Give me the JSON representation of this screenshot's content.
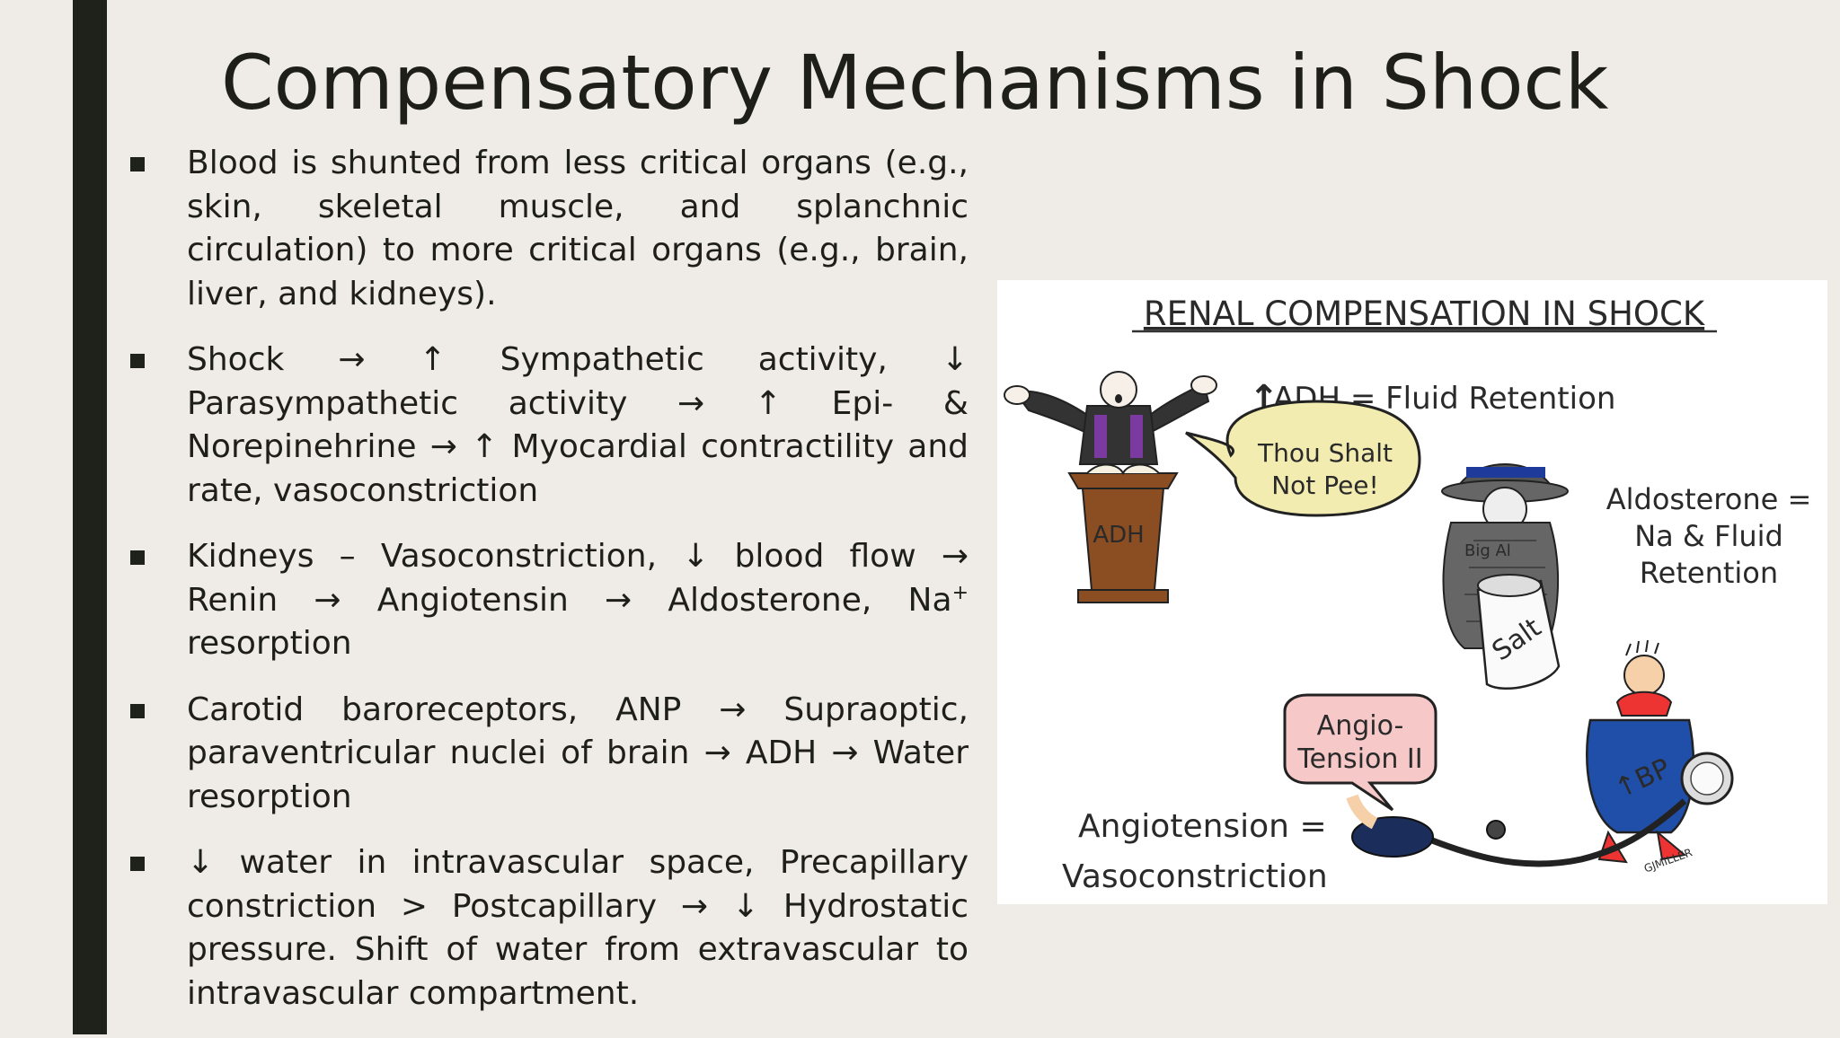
{
  "slide": {
    "title": "Compensatory Mechanisms in Shock",
    "bullets": [
      {
        "pre": "Blood is shunted from less critical organs (e.g., skin, skeletal muscle, and splanchnic circulation) to more critical organs (e.g., brain, liver, and kidneys).",
        "sup": "",
        "post": ""
      },
      {
        "pre": "Shock → ↑ Sympathetic activity, ↓ Parasympathetic activity → ↑ Epi- & Norepinehrine → ↑ Myocardial contractility and rate, vasoconstriction",
        "sup": "",
        "post": ""
      },
      {
        "pre": "Kidneys – Vasoconstriction, ↓ blood flow → Renin → Angiotensin → Aldosterone, Na",
        "sup": "+",
        "post": " resorption"
      },
      {
        "pre": "Carotid baroreceptors, ANP → Supraoptic, paraventricular nuclei of brain → ADH → Water resorption",
        "sup": "",
        "post": ""
      },
      {
        "pre": "↓ water in intravascular space, Precapillary constriction > Postcapillary → ↓ Hydrostatic pressure. Shift of water from extravascular to intravascular compartment.",
        "sup": "",
        "post": ""
      }
    ]
  },
  "figure": {
    "heading": "RENAL COMPENSATION IN SHOCK",
    "adh_caption": "ADH = Fluid Retention",
    "adh_arrow": "↑",
    "speech_line1": "Thou Shalt",
    "speech_line2": "Not Pee!",
    "podium_label": "ADH",
    "aldo_line1": "Aldosterone =",
    "aldo_line2": "Na & Fluid",
    "aldo_line3": "Retention",
    "jar_label": "Salt",
    "coat_label": "Big Al",
    "angio_bubble_line1": "Angio-",
    "angio_bubble_line2": "Tension II",
    "bp_label": "↑BP",
    "angio_caption_line1": "Angiotension =",
    "angio_caption_line2": "Vasoconstriction",
    "signature": "GJMILLER"
  }
}
